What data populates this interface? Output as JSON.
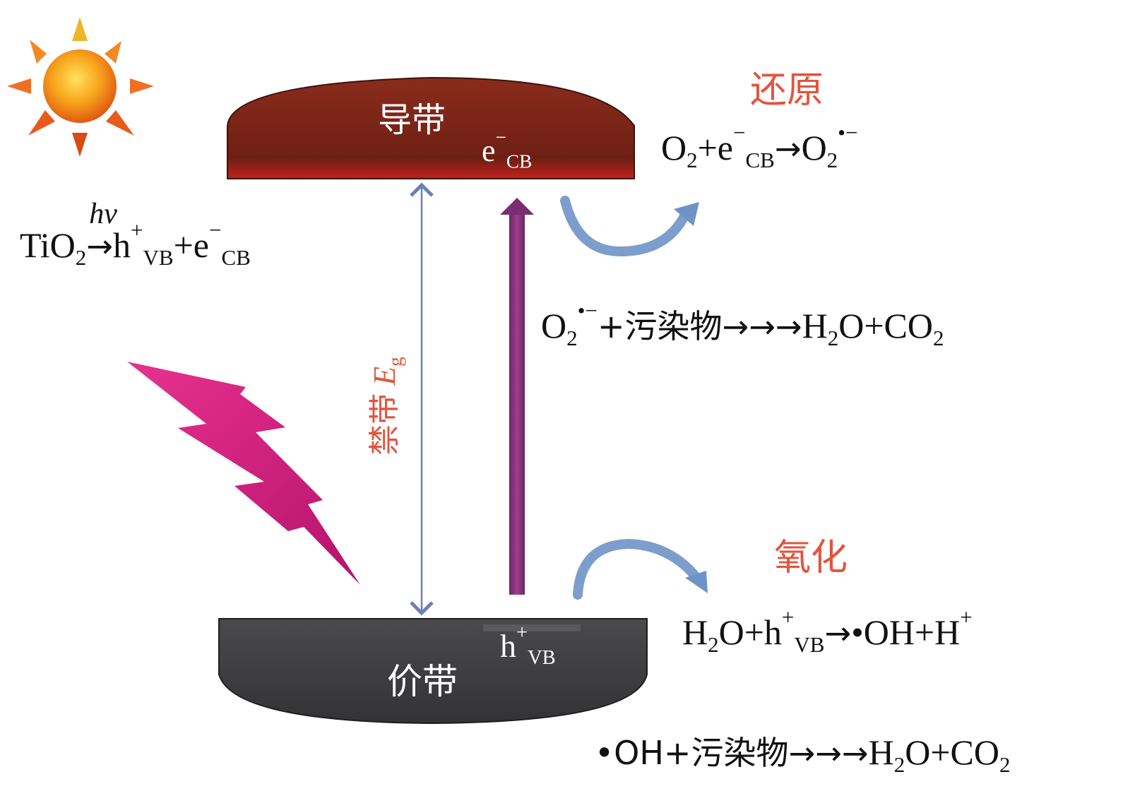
{
  "conduction_band": {
    "label": "导带",
    "carrier": "e",
    "carrier_charge": "−",
    "carrier_sub": "CB"
  },
  "valence_band": {
    "label": "价带",
    "carrier": "h",
    "carrier_charge": "+",
    "carrier_sub": "VB"
  },
  "band_gap": {
    "label": "禁带",
    "symbol": "E",
    "symbol_sub": "g"
  },
  "reduction": {
    "title": "还原",
    "eq1": {
      "a": "O",
      "a_sub": "2",
      "b": "+e",
      "b_sup": "−",
      "b_sub": "CB",
      "arrow": "→",
      "c": "O",
      "c_sub": "2",
      "c_sup": "•−"
    },
    "eq2": {
      "a": "O",
      "a_sub": "2",
      "a_sup": "•−",
      "b": "+污染物",
      "arrows": "→→→",
      "c": "H",
      "c_sub": "2",
      "d": "O+CO",
      "d_sub": "2"
    }
  },
  "oxidation": {
    "title": "氧化",
    "eq1": {
      "a": "H",
      "a_sub": "2",
      "b": "O+h",
      "b_sup": "+",
      "b_sub": "VB",
      "arrow": "→",
      "c": "•OH+H",
      "c_sup": "+"
    },
    "eq2": {
      "a": "•OH+污染物",
      "arrows": "→→→",
      "c": "H",
      "c_sub": "2",
      "d": "O+CO",
      "d_sub": "2"
    }
  },
  "excitation": {
    "a": "TiO",
    "a_sub": "2",
    "over": "hv",
    "arrow": "→",
    "b": "h",
    "b_sup": "+",
    "b_sub": "VB",
    "c": "+e",
    "c_sup": "−",
    "c_sub": "CB"
  },
  "colors": {
    "conduction_band": "#7a2418",
    "conduction_band_edge": "#c0221c",
    "valence_band": "#3d3d3f",
    "excitation_arrow": "#8a2f7e",
    "band_gap_arrow": "#6d7fb4",
    "curved_arrow": "#6f93c6",
    "label_red": "#e2543f",
    "lightning": "#d01c7c",
    "sun_core": "#f39c12",
    "sun_rays": "#e87722"
  },
  "icons": [
    "sun-icon",
    "lightning-icon"
  ]
}
